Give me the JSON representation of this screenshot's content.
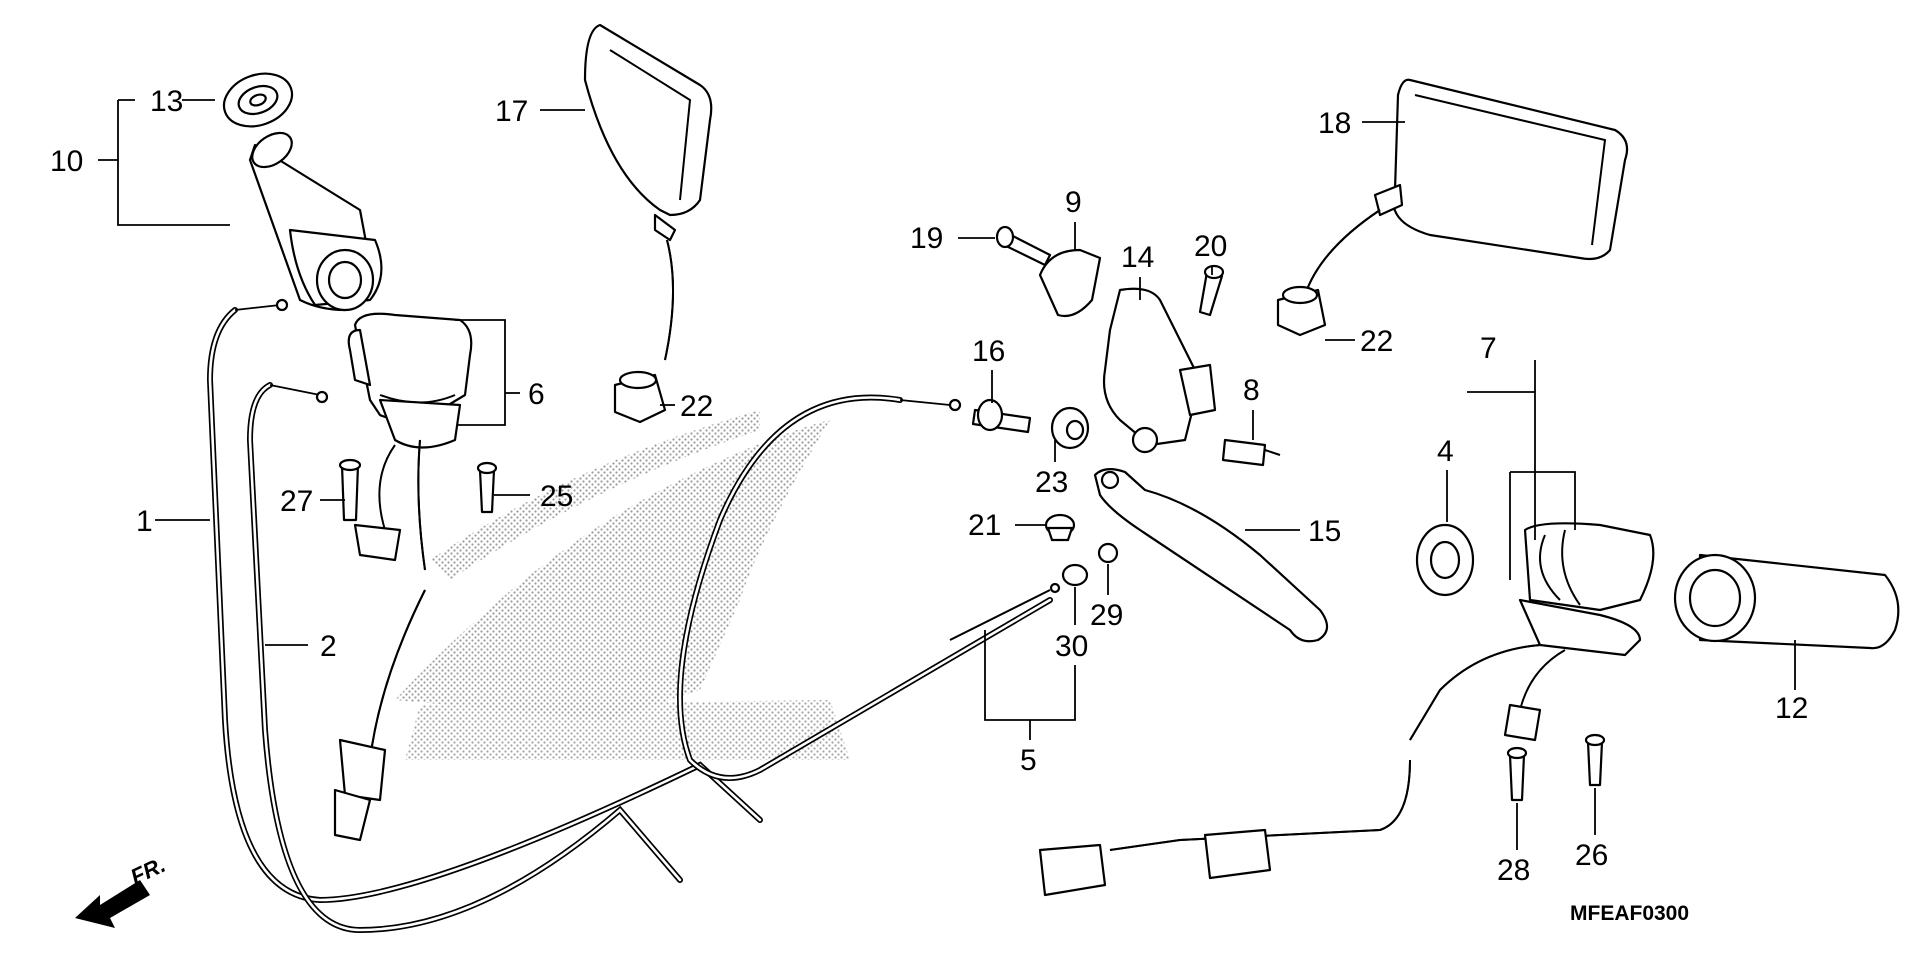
{
  "diagram": {
    "drawing_code": "MFEAF0300",
    "front_marker": "FR.",
    "labels": {
      "p1": "1",
      "p2": "2",
      "p4": "4",
      "p5": "5",
      "p6": "6",
      "p7": "7",
      "p8": "8",
      "p9": "9",
      "p10": "10",
      "p12": "12",
      "p13": "13",
      "p14": "14",
      "p15": "15",
      "p16": "16",
      "p17": "17",
      "p18": "18",
      "p19": "19",
      "p20": "20",
      "p21": "21",
      "p22a": "22",
      "p22b": "22",
      "p23": "23",
      "p25": "25",
      "p26": "26",
      "p27": "27",
      "p28": "28",
      "p29": "29",
      "p30": "30"
    }
  }
}
